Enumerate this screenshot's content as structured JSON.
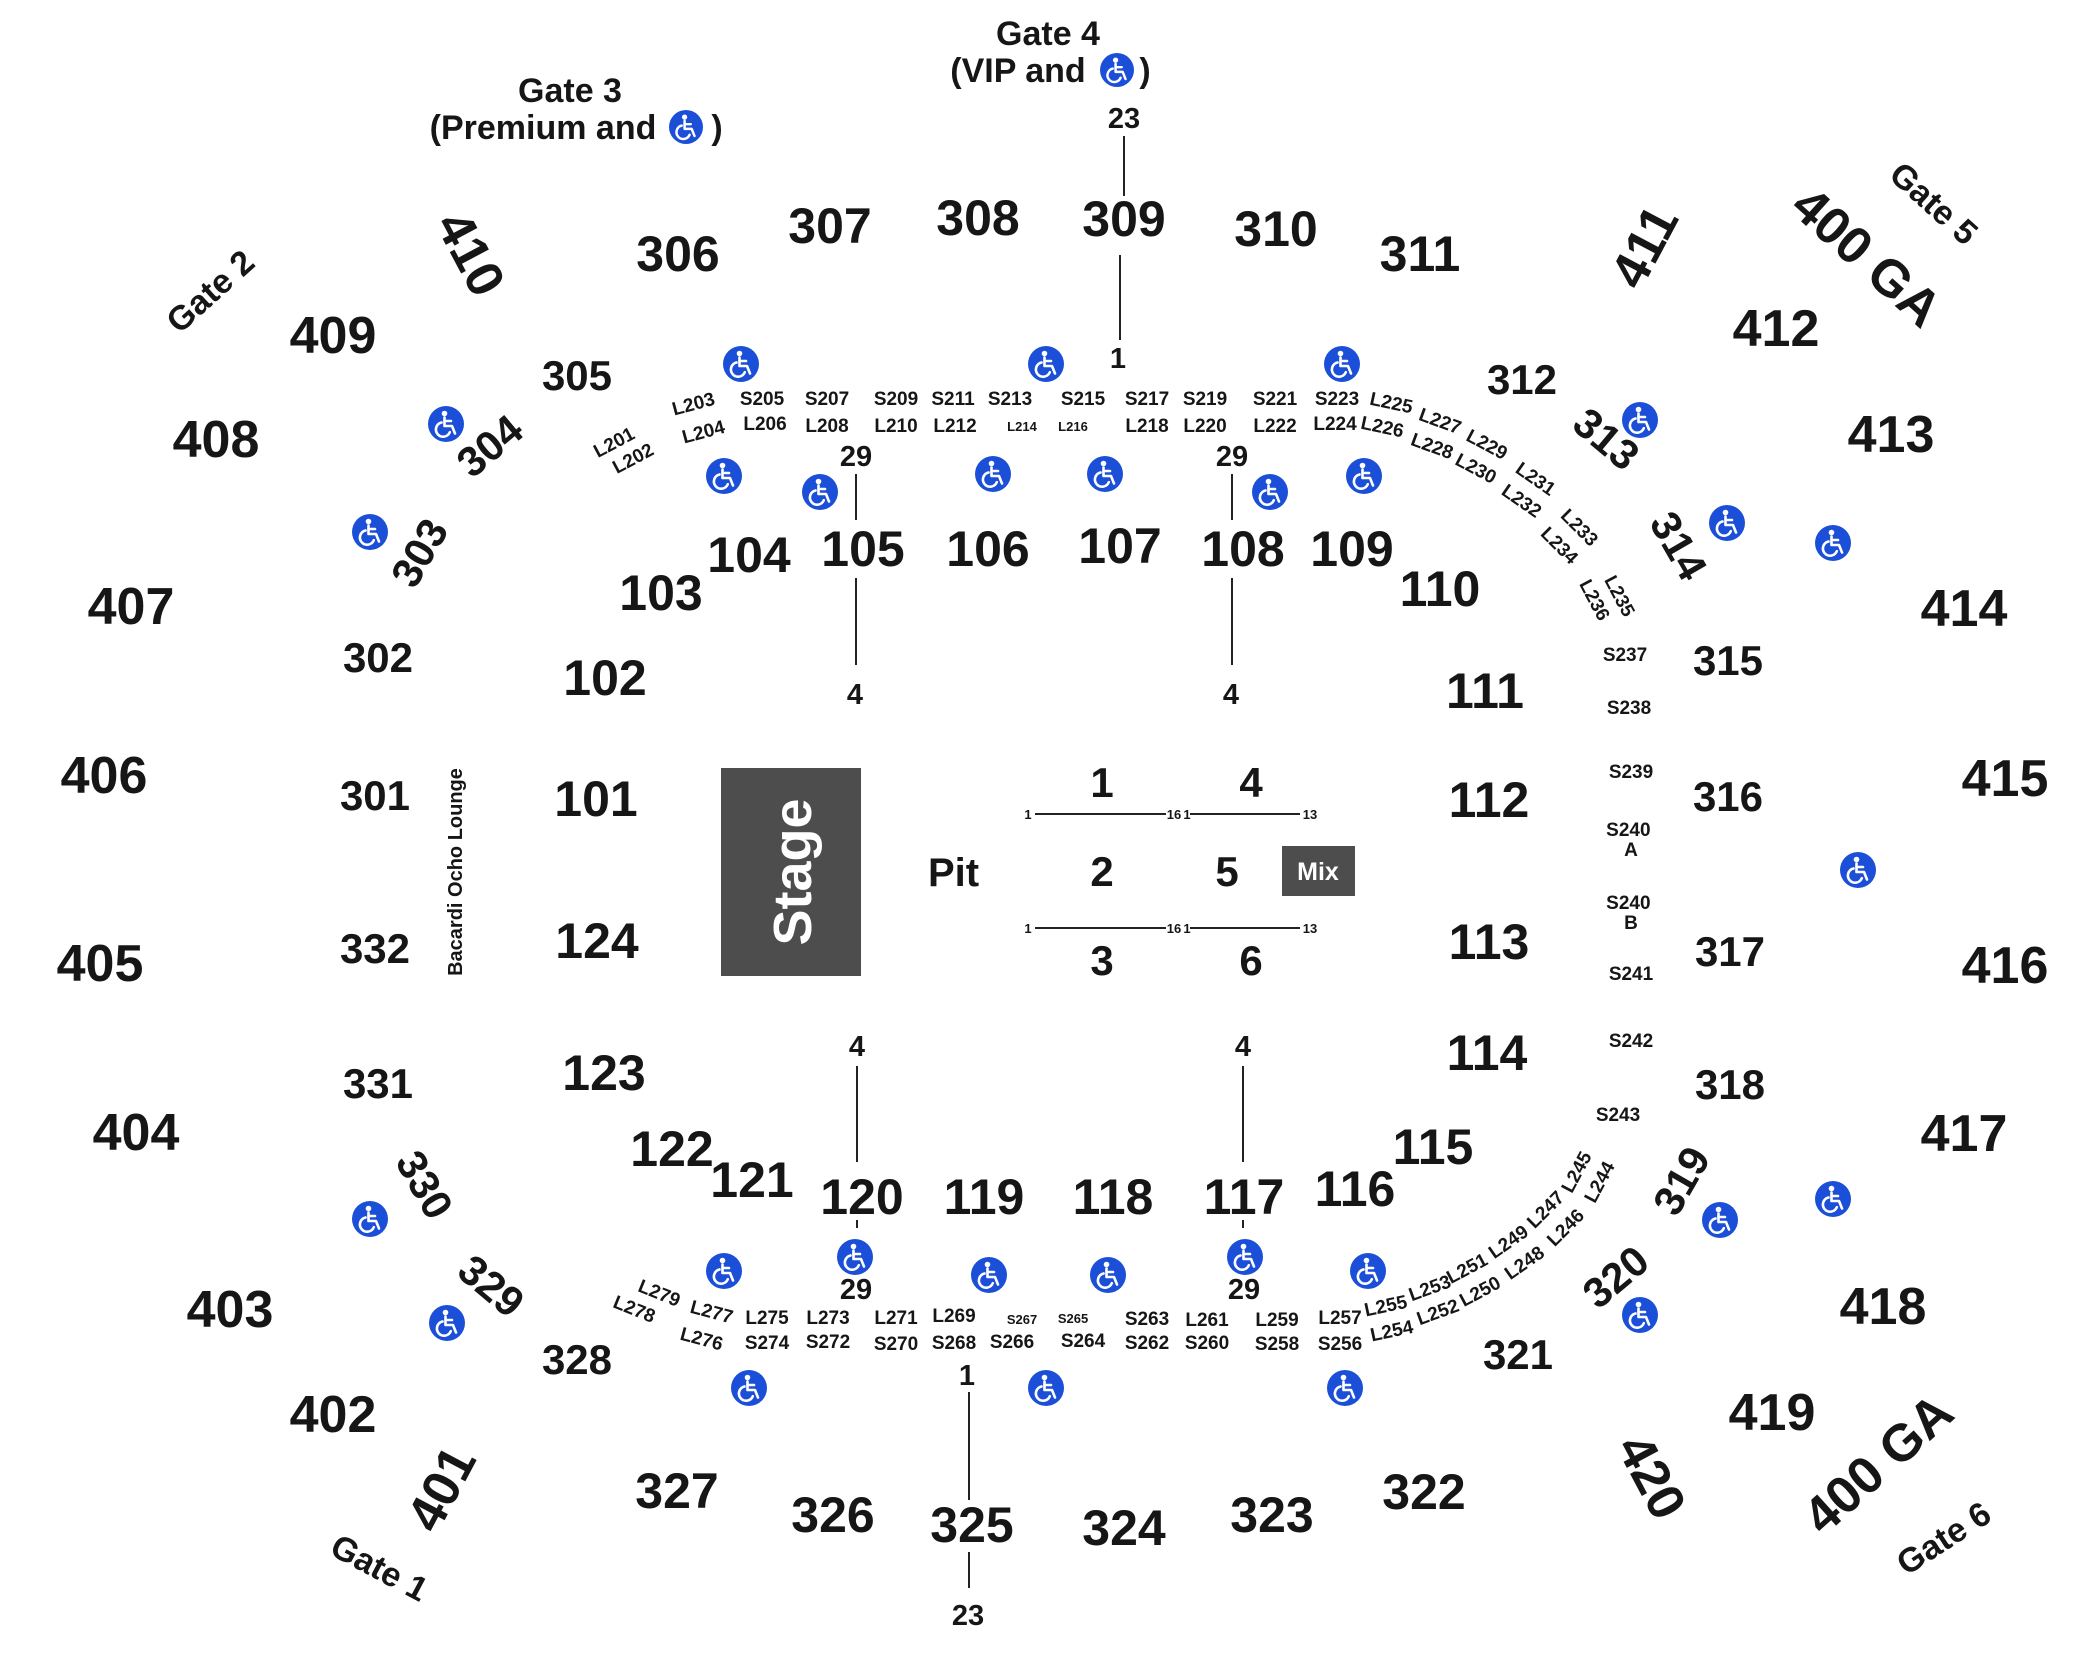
{
  "colors": {
    "stage": "#4d4d4d",
    "mix_box": "#4d4d4d",
    "accessibility": "#1c4fd8",
    "text": "#161616",
    "background": "#ffffff"
  },
  "icons": {
    "accessible_seating": "wheelchair-icon"
  },
  "gates": {
    "gate_4_title": "Gate 4",
    "gate_4_note_open": "(VIP and",
    "gate_4_note_close": ")",
    "gate_3_title": "Gate 3",
    "gate_3_note_open": "(Premium and",
    "gate_3_note_close": ")",
    "gate_2": "Gate 2",
    "gate_5": "Gate 5",
    "gate_1": "Gate 1",
    "gate_6": "Gate 6"
  },
  "floor": {
    "stage": "Stage",
    "pit": "Pit",
    "mix": "Mix",
    "lounge": "Bacardi Ocho Lounge",
    "sections": [
      "1",
      "2",
      "3",
      "4",
      "5",
      "6"
    ],
    "row_ticks": {
      "start": "1",
      "mid_end": "16",
      "right_start": "1",
      "right_end": "13"
    }
  },
  "aisle_row_counts": {
    "top_center": "23",
    "top_center_lower": "1",
    "bottom_center_upper": "1",
    "bottom_center": "23",
    "upper_left": "29",
    "upper_right": "29",
    "lower_left": "29",
    "lower_right": "29",
    "floor_ul": "4",
    "floor_ur": "4",
    "floor_ll": "4",
    "floor_lr": "4"
  },
  "levels": {
    "floor_100": [
      "101",
      "102",
      "103",
      "104",
      "105",
      "106",
      "107",
      "108",
      "109",
      "110",
      "111",
      "112",
      "113",
      "114",
      "115",
      "116",
      "117",
      "118",
      "119",
      "120",
      "121",
      "122",
      "123",
      "124"
    ],
    "mezz_200_top": [
      "S205",
      "S207",
      "S209",
      "S211",
      "S213",
      "S215",
      "S217",
      "S219",
      "S221",
      "S223",
      "L201",
      "L202",
      "L203",
      "L204",
      "L206",
      "L208",
      "L210",
      "L212",
      "L214",
      "L216",
      "L218",
      "L220",
      "L222",
      "L224",
      "L225",
      "L226",
      "L227",
      "L228",
      "L229",
      "L230",
      "L231",
      "L232",
      "L233",
      "L234",
      "L235",
      "L236"
    ],
    "mezz_200_right": [
      "S237",
      "S238",
      "S239",
      "S240 A",
      "S240 B",
      "S241",
      "S242",
      "S243"
    ],
    "mezz_200_bottom": [
      "L244",
      "L245",
      "L246",
      "L247",
      "L248",
      "L249",
      "L250",
      "L251",
      "L252",
      "L253",
      "L254",
      "L255",
      "S256",
      "L257",
      "S258",
      "L259",
      "S260",
      "L261",
      "S262",
      "S263",
      "S264",
      "S265",
      "S266",
      "S267",
      "S268",
      "L269",
      "S270",
      "L271",
      "S272",
      "L273",
      "S274",
      "L275",
      "L276",
      "L277",
      "L278",
      "L279"
    ],
    "level_300": [
      "301",
      "302",
      "303",
      "304",
      "305",
      "306",
      "307",
      "308",
      "309",
      "310",
      "311",
      "312",
      "313",
      "314",
      "315",
      "316",
      "317",
      "318",
      "319",
      "320",
      "321",
      "322",
      "323",
      "324",
      "325",
      "326",
      "327",
      "328",
      "329",
      "330",
      "331",
      "332"
    ],
    "level_400": [
      "401",
      "402",
      "403",
      "404",
      "405",
      "406",
      "407",
      "408",
      "409",
      "410",
      "411",
      "412",
      "413",
      "414",
      "415",
      "416",
      "417",
      "418",
      "419",
      "420"
    ],
    "ga_400": "400 GA"
  }
}
